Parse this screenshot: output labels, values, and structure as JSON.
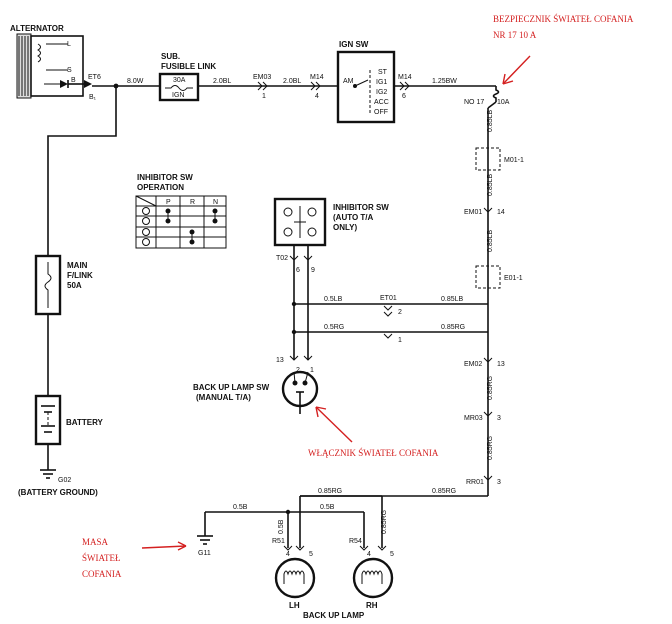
{
  "components": {
    "alternator": "ALTERNATOR",
    "alt_terminals": [
      "L",
      "S",
      "B",
      "B₁"
    ],
    "sub_fusible_link": [
      "SUB.",
      "FUSIBLE LINK"
    ],
    "fuse_30a": [
      "30A",
      "IGN"
    ],
    "ign_sw": "IGN SW",
    "ign_positions": [
      "ST",
      "IG1",
      "IG2",
      "ACC",
      "OFF",
      "AM"
    ],
    "inhibitor_op": [
      "INHIBITOR SW",
      "OPERATION"
    ],
    "inhibitor_op_cols": [
      "P",
      "R",
      "N"
    ],
    "inhibitor_sw": [
      "INHIBITOR SW",
      "(AUTO T/A",
      "ONLY)"
    ],
    "main_link": [
      "MAIN",
      "F/LINK",
      "50A"
    ],
    "battery": "BATTERY",
    "battery_ground": "(BATTERY GROUND)",
    "back_up_lamp_sw": [
      "BACK UP LAMP SW",
      "(MANUAL T/A)"
    ],
    "lamp_lh": "LH",
    "lamp_rh": "RH",
    "back_up_lamp": "BACK UP LAMP"
  },
  "wire_labels": {
    "et6": "ET6",
    "w_8ow": "8.0W",
    "w_20bl_a": "2.0BL",
    "em03": "EM03",
    "n1": "1",
    "w_20bl_b": "2.0BL",
    "m14_a": "M14",
    "n4": "4",
    "m14_b": "M14",
    "n6": "6",
    "w_125bw": "1.25BW",
    "no17": "NO 17",
    "a10": "10A",
    "w_085lb": "0.85LB",
    "m01": "M01-1",
    "w_085lb_b": "0.85LB",
    "em01": "EM01",
    "n14": "14",
    "w_085lb_c": "0.85LB",
    "e01": "E01-1",
    "w_05lb": "0.5LB",
    "et01": "ET01",
    "n2": "2",
    "w_085lb_d": "0.85LB",
    "w_05rg": "0.5RG",
    "n1b": "1",
    "w_085rg": "0.85RG",
    "t02": "T02",
    "n6b": "6",
    "n9": "9",
    "n13": "13",
    "n2b": "2",
    "n1c": "1",
    "em02": "EM02",
    "n13b": "13",
    "w_085rg_b": "0.85RG",
    "mr03": "MR03",
    "n3": "3",
    "w_085rg_c": "0.85RG",
    "rr01": "RR01",
    "n3b": "3",
    "w_05b": "0.5B",
    "w_085rg_d": "0.85RG",
    "w_085rg_e": "0.85RG",
    "g11": "G11",
    "r51": "R51",
    "w_05b_b": "0.5B",
    "n4b": "4",
    "n5": "5",
    "w_05b_c": "0.5B",
    "r54": "R54",
    "w_085rg_f": "0.85RG",
    "n4c": "4",
    "n5b": "5",
    "g02": "G02"
  },
  "annotations": {
    "fuse_note": [
      "BEZPIECZNIK ŚWIATEŁ COFANIA",
      "NR 17   10 A"
    ],
    "switch_note": "WŁĄCZNIK  ŚWIATEŁ COFANIA",
    "ground_note": [
      "MASA",
      "ŚWIATEŁ",
      "COFANIA"
    ],
    "annotation_color": "#d42020"
  }
}
